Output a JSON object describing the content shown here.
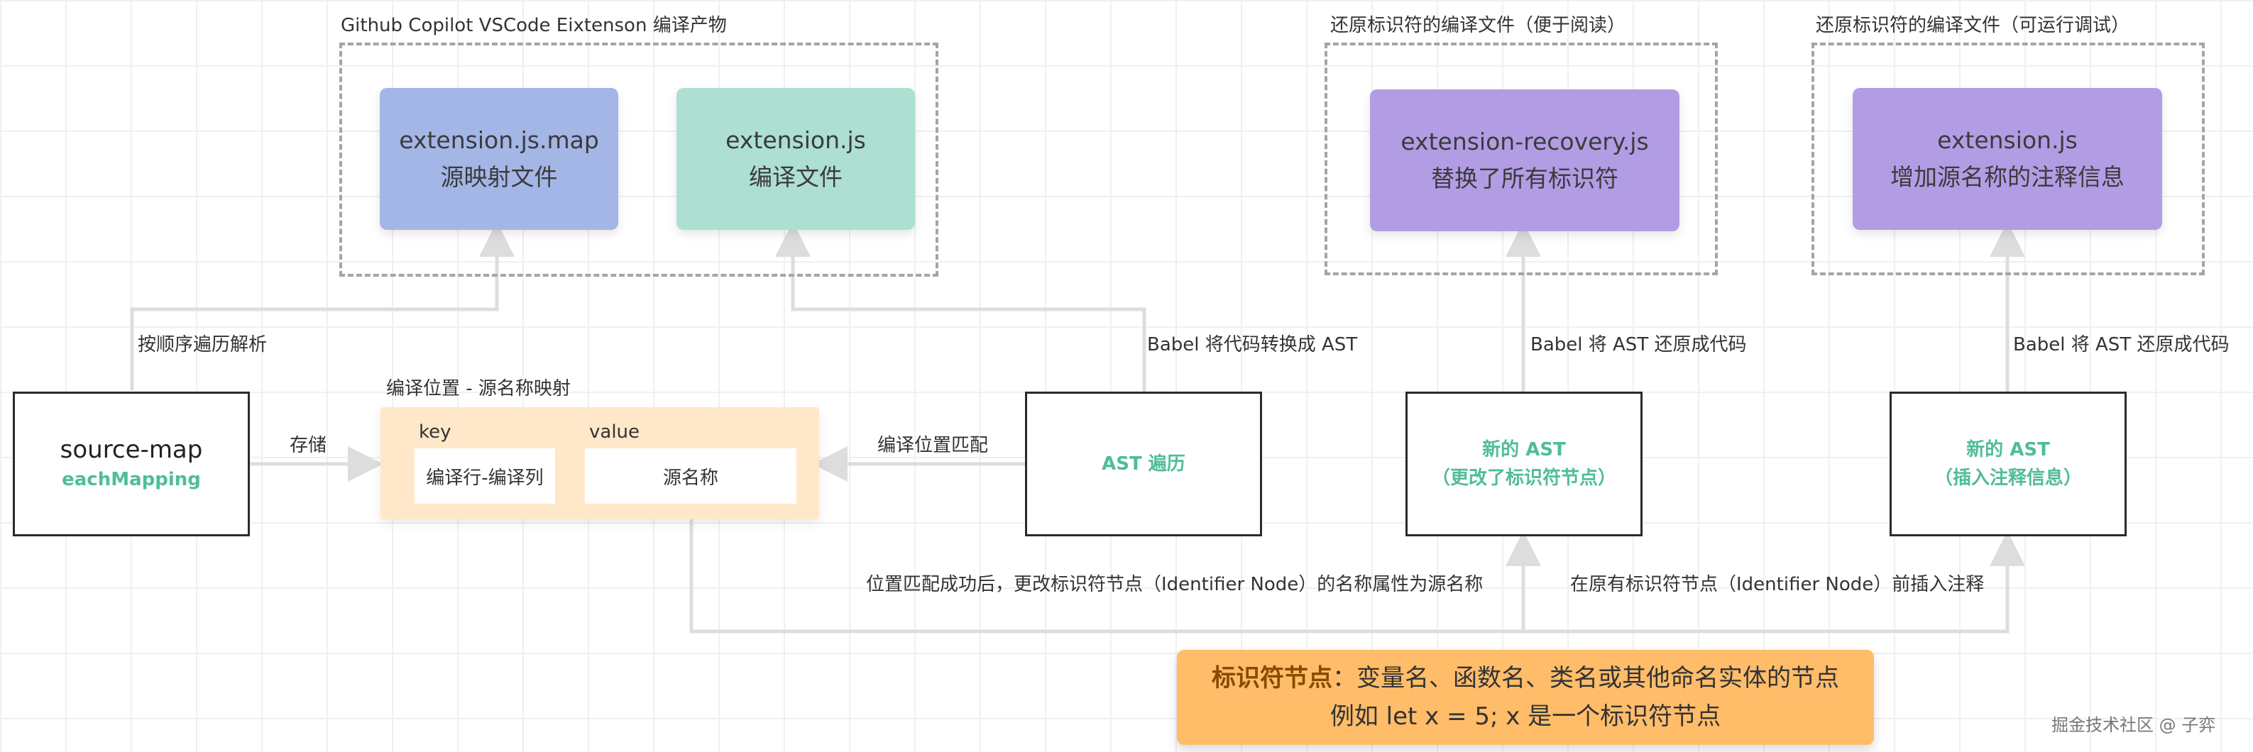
{
  "groups": {
    "copilot": {
      "caption": "Github Copilot VSCode Eixtenson 编译产物"
    },
    "readable": {
      "caption": "还原标识符的编译文件（便于阅读）"
    },
    "runnable": {
      "caption": "还原标识符的编译文件（可运行调试）"
    }
  },
  "tiles": {
    "sourcemap_file": {
      "name": "extension.js.map",
      "desc": "源映射文件"
    },
    "compiled_file": {
      "name": "extension.js",
      "desc": "编译文件"
    },
    "recovery_file": {
      "name": "extension-recovery.js",
      "desc": "替换了所有标识符"
    },
    "annotated_file": {
      "name": "extension.js",
      "desc": "增加源名称的注释信息"
    }
  },
  "nodes": {
    "source_map": {
      "title": "source-map",
      "subtitle": "eachMapping"
    },
    "ast_traverse": {
      "title": "AST 遍历"
    },
    "new_ast_renamed": {
      "title": "新的 AST",
      "subtitle": "（更改了标识符节点）"
    },
    "new_ast_annotated": {
      "title": "新的 AST",
      "subtitle": "（插入注释信息）"
    }
  },
  "mapping": {
    "caption": "编译位置 - 源名称映射",
    "key_header": "key",
    "value_header": "value",
    "key_cell": "编译行-编译列",
    "value_cell": "源名称"
  },
  "edges": {
    "parse_in_order": "按顺序遍历解析",
    "store": "存储",
    "babel_to_ast": "Babel 将代码转换成 AST",
    "position_match": "编译位置匹配",
    "babel_restore_1": "Babel 将 AST 还原成代码",
    "babel_restore_2": "Babel 将 AST 还原成代码",
    "rename_after_match": "位置匹配成功后，更改标识符节点（Identifier Node）的名称属性为源名称",
    "insert_comment": "在原有标识符节点（Identifier Node）前插入注释"
  },
  "note": {
    "term": "标识符节点",
    "definition": "：变量名、函数名、类名或其他命名实体的节点",
    "example": "例如 let x = 5; x 是一个标识符节点"
  },
  "watermark": "掘金技术社区 @ 子弈",
  "colors": {
    "tile_blue": "#a3b6e6",
    "tile_teal": "#addfd3",
    "tile_purple": "#b29de4",
    "accent_green": "#4fbd98",
    "map_panel": "#ffe8c9",
    "note_fill": "#ffbd6a",
    "connector": "#dddddd"
  }
}
